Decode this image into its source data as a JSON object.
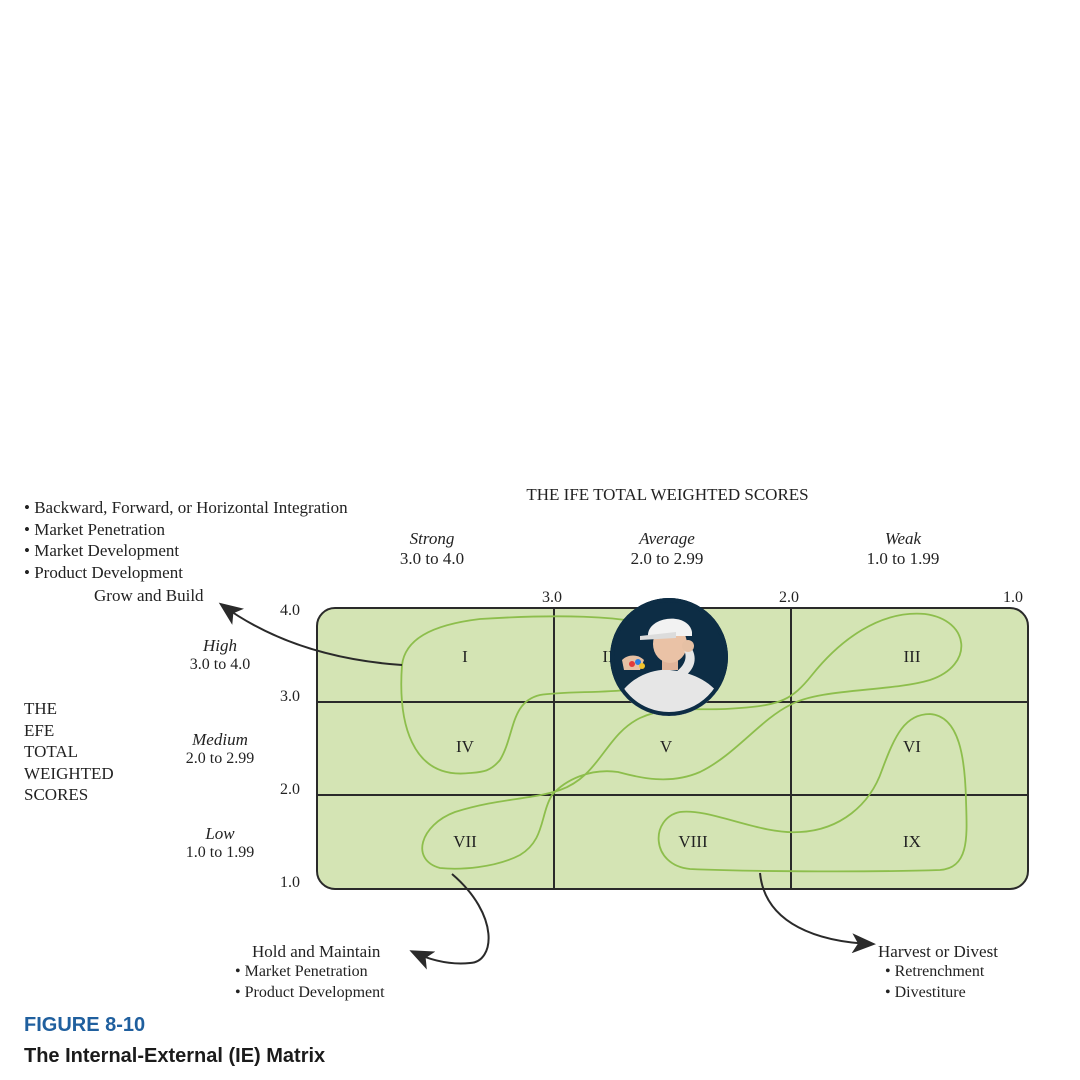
{
  "axis_title_top": "THE IFE TOTAL WEIGHTED SCORES",
  "axis_title_left": [
    "THE",
    "EFE",
    "TOTAL",
    "WEIGHTED",
    "SCORES"
  ],
  "columns": [
    {
      "name": "Strong",
      "range": "3.0 to 4.0"
    },
    {
      "name": "Average",
      "range": "2.0 to 2.99"
    },
    {
      "name": "Weak",
      "range": "1.0 to 1.99"
    }
  ],
  "rows": [
    {
      "name": "High",
      "range": "3.0 to 4.0"
    },
    {
      "name": "Medium",
      "range": "2.0 to 2.99"
    },
    {
      "name": "Low",
      "range": "1.0 to 1.99"
    }
  ],
  "x_ticks": [
    "3.0",
    "2.0",
    "1.0"
  ],
  "y_ticks": [
    "4.0",
    "3.0",
    "2.0",
    "1.0"
  ],
  "cells": [
    "I",
    "II",
    "III",
    "IV",
    "V",
    "VI",
    "VII",
    "VIII",
    "IX"
  ],
  "grow_build": {
    "bullets": [
      "• Backward, Forward, or Horizontal Integration",
      "• Market Penetration",
      "• Market Development",
      "• Product Development"
    ],
    "title": "Grow and Build"
  },
  "hold_maintain": {
    "title": "Hold and Maintain",
    "bullets": [
      "• Market Penetration",
      "• Product Development"
    ]
  },
  "harvest_divest": {
    "title": "Harvest or Divest",
    "bullets": [
      "• Retrenchment",
      "• Divestiture"
    ]
  },
  "figure_number": "FIGURE 8-10",
  "figure_title": "The Internal-External (IE) Matrix",
  "colors": {
    "cell_fill": "#d4e4b4",
    "region_outline": "#8dbe4c",
    "grid_line": "#2a2a2a",
    "figure_number": "#1f5f9e",
    "avatar_bg": "#0d2d45"
  }
}
